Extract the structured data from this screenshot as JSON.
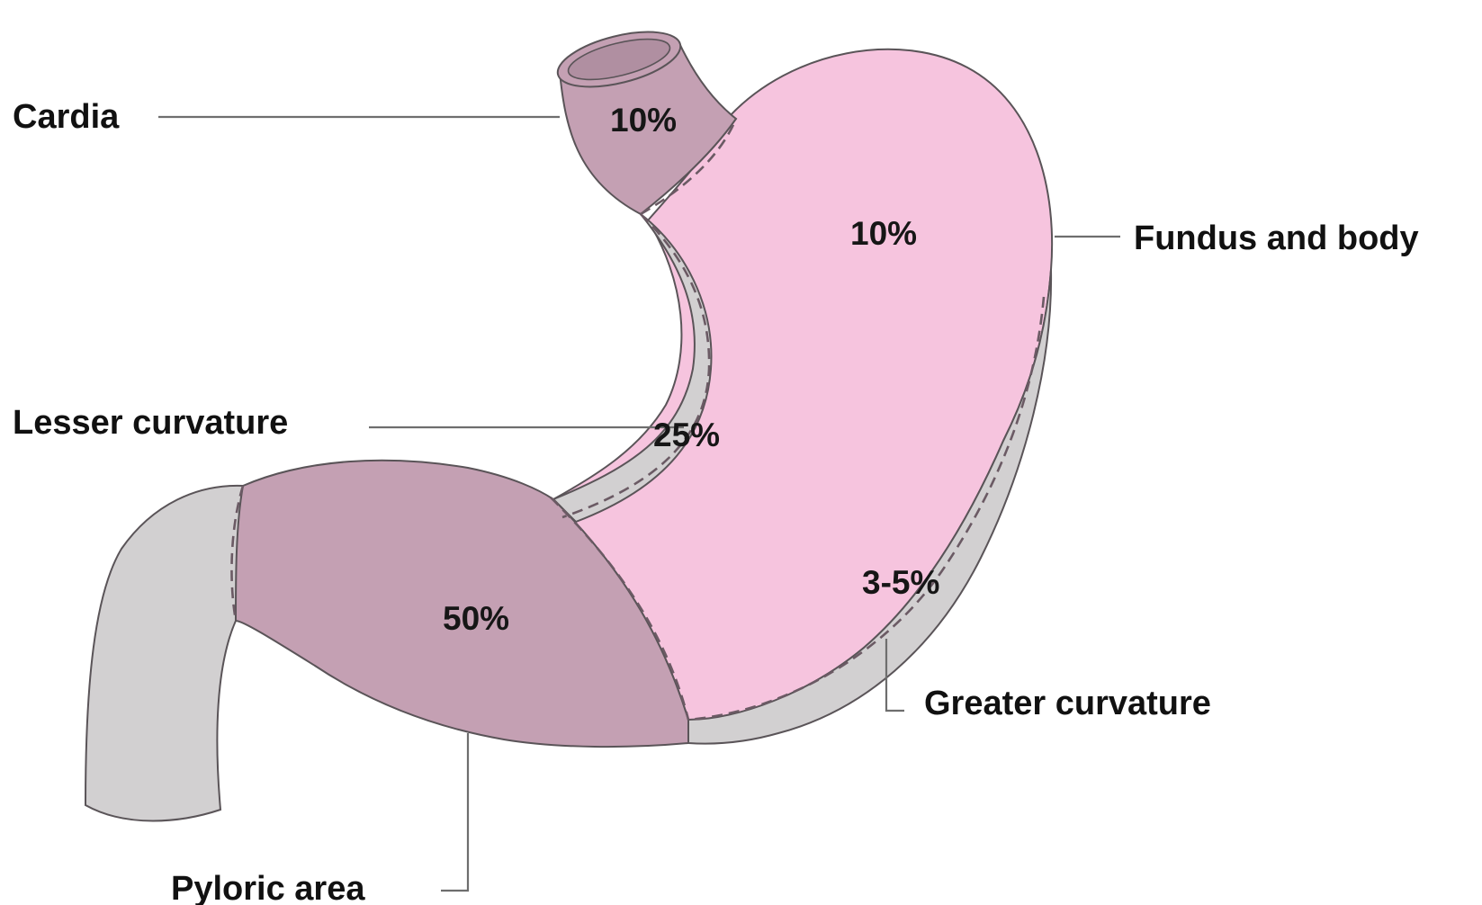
{
  "regions": {
    "cardia": {
      "label": "Cardia",
      "percent": "10%"
    },
    "fundus_body": {
      "label": "Fundus and body",
      "percent": "10%"
    },
    "lesser_curvature": {
      "label": "Lesser curvature",
      "percent": "25%"
    },
    "greater_curvature": {
      "label": "Greater curvature",
      "percent": "3-5%"
    },
    "pyloric_area": {
      "label": "Pyloric area",
      "percent": "50%"
    }
  },
  "colors": {
    "fundus_body_fill": "#f6c4de",
    "cardia_fill": "#c4a0b3",
    "pyloric_fill": "#c4a0b3",
    "curvature_fill": "#d2d0d1",
    "duodenum_fill": "#d2d0d1"
  }
}
